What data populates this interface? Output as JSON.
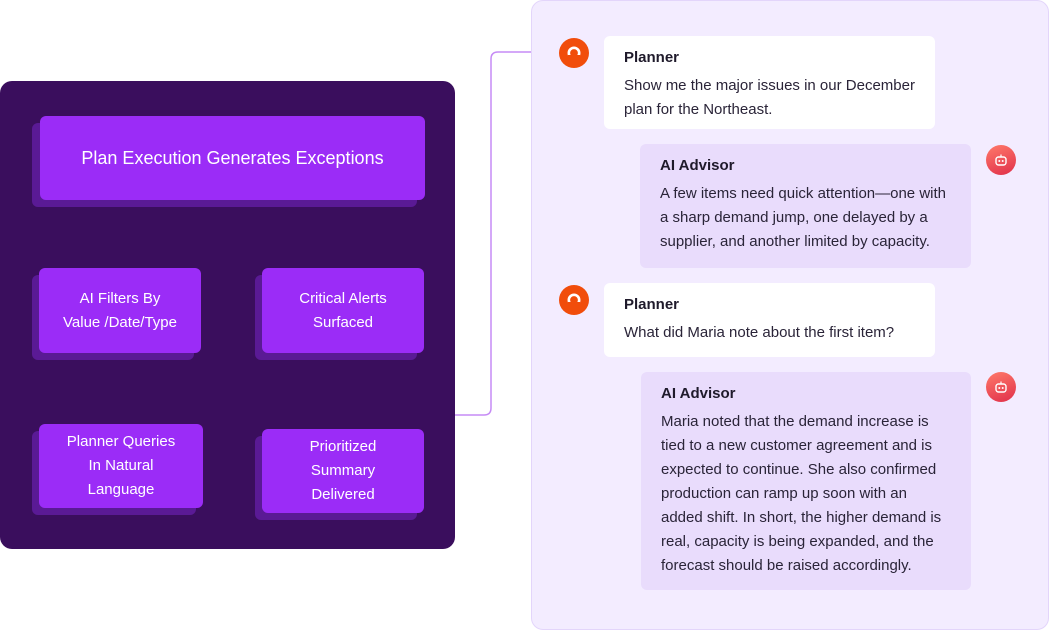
{
  "flow": {
    "nodes": {
      "plan_execution": "Plan Execution Generates Exceptions",
      "ai_filters": "AI Filters By\nValue /Date/Type",
      "critical_alerts": "Critical Alerts\nSurfaced",
      "planner_queries": "Planner Queries\nIn Natural\nLanguage",
      "prioritized_summary": "Prioritized\nSummary\nDelivered"
    }
  },
  "chat": {
    "messages": [
      {
        "speaker": "Planner",
        "text": "Show me the major issues in our December plan for the Northeast.",
        "icon": "user-icon"
      },
      {
        "speaker": "AI Advisor",
        "text": "A few items need quick attention—one with a sharp demand jump, one delayed by a supplier, and another limited by capacity.",
        "icon": "robot-icon"
      },
      {
        "speaker": "Planner",
        "text": "What did Maria note about the first item?",
        "icon": "user-icon"
      },
      {
        "speaker": "AI Advisor",
        "text": "Maria noted that the demand increase is tied to a new customer agreement and is expected to continue. She also confirmed production can ramp up soon with an added shift. In short, the higher demand is real, capacity is being expanded, and the forecast should be raised accordingly.",
        "icon": "robot-icon"
      }
    ]
  },
  "colors": {
    "panel_bg": "#3a0e5d",
    "node_bg": "#9b2cf7",
    "node_shadow": "#5a1a95",
    "connector": "#c68bf5",
    "chat_bg": "#f3ecff",
    "advisor_bubble": "#e9dcfc",
    "planner_avatar": "#f14d0b"
  }
}
